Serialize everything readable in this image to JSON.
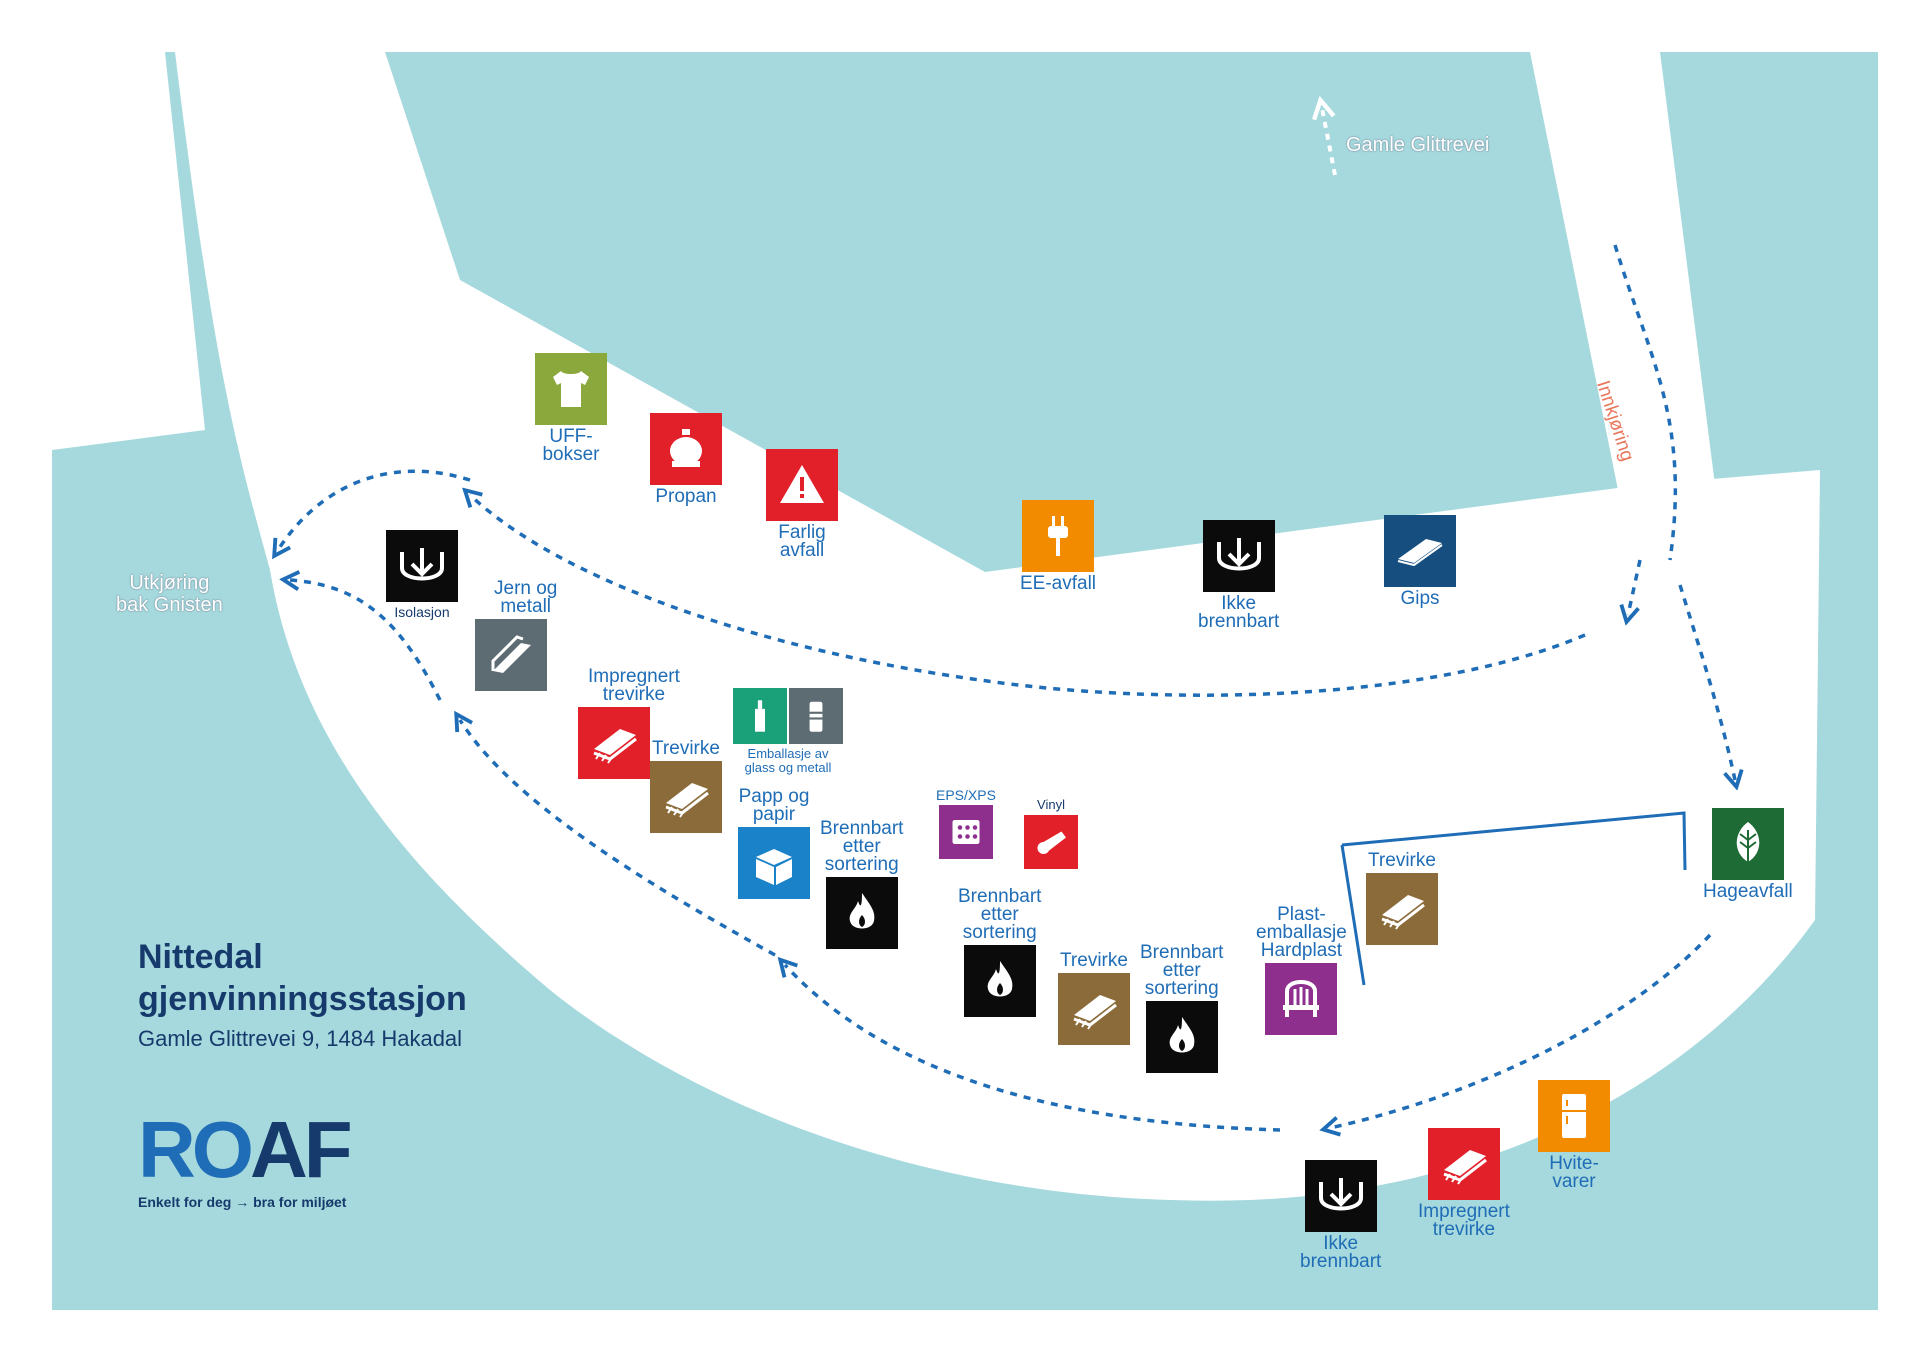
{
  "colors": {
    "water": "#a6d9dd",
    "road": "#ffffff",
    "route": "#1f6db6",
    "label": "#1f6db6",
    "entry_label": "#e8775c",
    "title": "#163a6b"
  },
  "title": "Nittedal\ngjenvinningsstasjon",
  "address": "Gamle Glittrevei 9, 1484 Hakadal",
  "logo": {
    "text_r": "R",
    "text_o": "O",
    "text_a": "A",
    "text_f": "F",
    "tagline": "Enkelt for deg → bra for miljøet"
  },
  "roads": {
    "gamle_glittrevei": "Gamle Glittrevei",
    "innkjoring": "Innkjøring",
    "utkjoring": "Utkjøring\nbak Gnisten"
  },
  "stations": [
    {
      "id": "uff",
      "label": "UFF-\nbokser",
      "color": "#8aa83c",
      "icon": "tshirt-icon"
    },
    {
      "id": "propan",
      "label": "Propan",
      "color": "#e2202a",
      "icon": "gas-bottle-icon"
    },
    {
      "id": "farlig",
      "label": "Farlig\navfall",
      "color": "#e2202a",
      "icon": "warning-icon"
    },
    {
      "id": "ee",
      "label": "EE-avfall",
      "color": "#f28b00",
      "icon": "plug-icon"
    },
    {
      "id": "ikke1",
      "label": "Ikke\nbrennbart",
      "color": "#0b0b0b",
      "icon": "non-combustible-icon"
    },
    {
      "id": "gips",
      "label": "Gips",
      "color": "#154e7f",
      "icon": "plasterboard-icon"
    },
    {
      "id": "isolasjon",
      "label": "Isolasjon",
      "color": "#0b0b0b",
      "icon": "non-combustible-icon"
    },
    {
      "id": "jern",
      "label": "Jern og\nmetall",
      "color": "#5d6b72",
      "icon": "metal-icon"
    },
    {
      "id": "impreg1",
      "label": "Impregnert\ntrevirke",
      "color": "#e2202a",
      "icon": "wood-icon"
    },
    {
      "id": "emballasje",
      "label": "Emballasje av\nglass og metall",
      "color": "#1aa17a",
      "icon": "bottle-can-icon"
    },
    {
      "id": "trevirke1",
      "label": "Trevirke",
      "color": "#8b6b3a",
      "icon": "wood-icon"
    },
    {
      "id": "papp",
      "label": "Papp og\npapir",
      "color": "#1a82c8",
      "icon": "box-icon"
    },
    {
      "id": "brenn1",
      "label": "Brennbart\netter\nsortering",
      "color": "#0b0b0b",
      "icon": "flame-icon"
    },
    {
      "id": "eps",
      "label": "EPS/XPS",
      "color": "#8e2f8e",
      "icon": "styrofoam-icon"
    },
    {
      "id": "vinyl",
      "label": "Vinyl",
      "color": "#e2202a",
      "icon": "vinyl-icon"
    },
    {
      "id": "brenn2",
      "label": "Brennbart\netter\nsortering",
      "color": "#0b0b0b",
      "icon": "flame-icon"
    },
    {
      "id": "trevirke2",
      "label": "Trevirke",
      "color": "#8b6b3a",
      "icon": "wood-icon"
    },
    {
      "id": "brenn3",
      "label": "Brennbart\netter\nsortering",
      "color": "#0b0b0b",
      "icon": "flame-icon"
    },
    {
      "id": "plast",
      "label": "Plast-\nemballasje\nHardplast",
      "color": "#8e2f8e",
      "icon": "chair-icon"
    },
    {
      "id": "trevirke3",
      "label": "Trevirke",
      "color": "#8b6b3a",
      "icon": "wood-icon"
    },
    {
      "id": "hage",
      "label": "Hageavfall",
      "color": "#1e6b35",
      "icon": "leaf-icon"
    },
    {
      "id": "hvite",
      "label": "Hvite-\nvarer",
      "color": "#f28b00",
      "icon": "fridge-icon"
    },
    {
      "id": "impreg2",
      "label": "Impregnert\ntrevirke",
      "color": "#e2202a",
      "icon": "wood-icon"
    },
    {
      "id": "ikke2",
      "label": "Ikke\nbrennbart",
      "color": "#0b0b0b",
      "icon": "non-combustible-icon"
    }
  ]
}
